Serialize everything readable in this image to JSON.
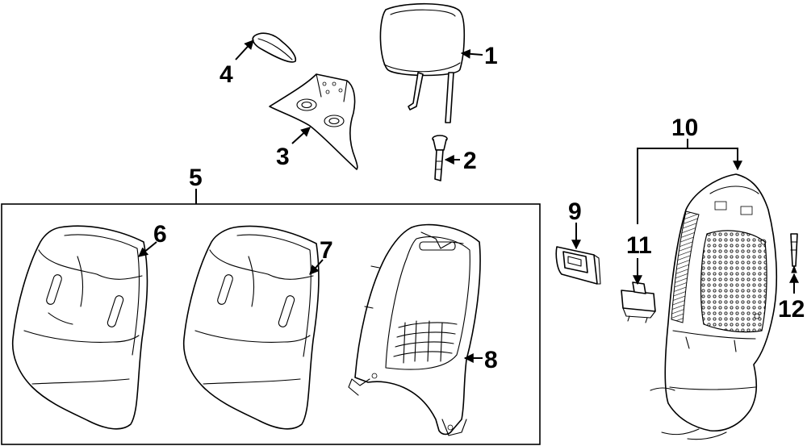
{
  "diagram": {
    "callouts": [
      {
        "id": "1",
        "label": "1"
      },
      {
        "id": "2",
        "label": "2"
      },
      {
        "id": "3",
        "label": "3"
      },
      {
        "id": "4",
        "label": "4"
      },
      {
        "id": "5",
        "label": "5"
      },
      {
        "id": "6",
        "label": "6"
      },
      {
        "id": "7",
        "label": "7"
      },
      {
        "id": "8",
        "label": "8"
      },
      {
        "id": "9",
        "label": "9"
      },
      {
        "id": "10",
        "label": "10"
      },
      {
        "id": "11",
        "label": "11"
      },
      {
        "id": "12",
        "label": "12"
      }
    ],
    "parts": [
      {
        "callout": "1",
        "icon": "headrest-icon"
      },
      {
        "callout": "2",
        "icon": "headrest-guide-icon"
      },
      {
        "callout": "3",
        "icon": "back-panel-trim-icon"
      },
      {
        "callout": "4",
        "icon": "trim-clip-icon"
      },
      {
        "callout": "5",
        "icon": "seat-back-assembly-frame"
      },
      {
        "callout": "6",
        "icon": "seat-back-cover-icon"
      },
      {
        "callout": "7",
        "icon": "seat-back-pad-icon"
      },
      {
        "callout": "8",
        "icon": "seat-back-frame-icon"
      },
      {
        "callout": "9",
        "icon": "switch-bezel-icon"
      },
      {
        "callout": "10",
        "icon": "seat-back-panel-icon"
      },
      {
        "callout": "11",
        "icon": "sensor-connector-icon"
      },
      {
        "callout": "12",
        "icon": "trim-pin-icon"
      }
    ],
    "colors": {
      "line": "#000000",
      "background": "#ffffff"
    }
  }
}
